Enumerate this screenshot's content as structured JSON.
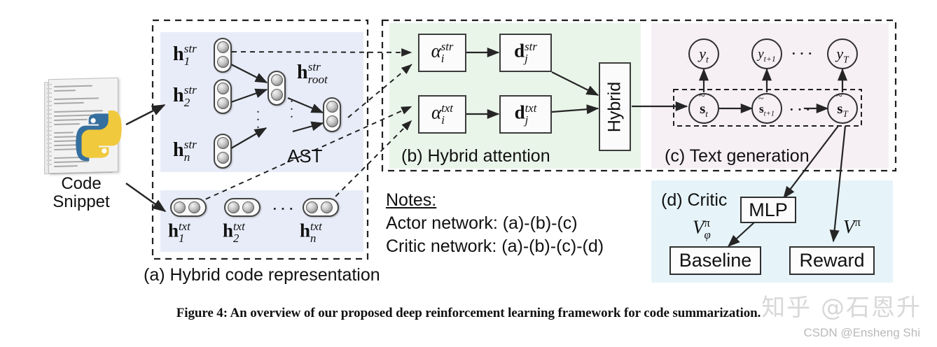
{
  "figure": {
    "caption": "Figure 4: An overview of our proposed deep reinforcement learning framework for code summarization.",
    "watermark_zhihu": "知乎 @石恩升",
    "watermark_csdn": "CSDN @Ensheng Shi"
  },
  "input": {
    "icon": "python-code-document-icon",
    "label_line1": "Code",
    "label_line2": "Snippet"
  },
  "panels": {
    "a": {
      "label": "(a) Hybrid code representation",
      "ast_label": "AST",
      "ast_bg": "#e8ecf8",
      "txt_bg": "#e8ecf8"
    },
    "b": {
      "label": "(b) Hybrid attention",
      "bg": "#eaf5ea"
    },
    "c": {
      "label": "(c) Text generation",
      "bg": "#f6f0f5"
    },
    "d": {
      "label": "(d) Critic",
      "bg": "#e6f4f9"
    }
  },
  "ast": {
    "leaf_nodes": [
      {
        "base": "h",
        "sup": "str",
        "sub": "1"
      },
      {
        "base": "h",
        "sup": "str",
        "sub": "2"
      },
      {
        "base": "h",
        "sup": "str",
        "sub": "n"
      }
    ],
    "root_node": {
      "base": "h",
      "sup": "str",
      "sub": "root"
    },
    "vertical_dots": "⋮"
  },
  "text_tokens": {
    "nodes": [
      {
        "base": "h",
        "sup": "txt",
        "sub": "1"
      },
      {
        "base": "h",
        "sup": "txt",
        "sub": "2"
      },
      {
        "base": "h",
        "sup": "txt",
        "sub": "n"
      }
    ],
    "ellipsis": "···"
  },
  "attention": {
    "alpha_str": {
      "base": "α",
      "sup": "str",
      "sub": "i"
    },
    "d_str": {
      "base": "d",
      "sup": "str",
      "sub": "j"
    },
    "alpha_txt": {
      "base": "α",
      "sup": "txt",
      "sub": "i"
    },
    "d_txt": {
      "base": "d",
      "sup": "txt",
      "sub": "j"
    },
    "hybrid_label": "Hybrid"
  },
  "generation": {
    "outputs": [
      {
        "base": "y",
        "sub": "t"
      },
      {
        "base": "y",
        "sub": "t+1"
      },
      {
        "base": "y",
        "sub": "T"
      }
    ],
    "states": [
      {
        "base": "s",
        "sub": "t"
      },
      {
        "base": "s",
        "sub": "t+1"
      },
      {
        "base": "s",
        "sub": "T"
      }
    ],
    "ellipsis_top": "···",
    "ellipsis_mid": "···"
  },
  "critic": {
    "mlp_label": "MLP",
    "baseline_label": "Baseline",
    "reward_label": "Reward",
    "v_phi_pi": {
      "base": "V",
      "sup": "π",
      "sub": "φ"
    },
    "v_pi": {
      "base": "V",
      "sup": "π"
    }
  },
  "notes": {
    "heading": "Notes:",
    "line1": "Actor network: (a)-(b)-(c)",
    "line2": "Critic network: (a)-(b)-(c)-(d)"
  },
  "colors": {
    "stroke": "#2e2e2e",
    "dashed_panel": "#1f1f1f",
    "panel_a": "#e8ecf8",
    "panel_b": "#eaf5ea",
    "panel_c": "#f6f0f5",
    "panel_d": "#e6f4f9"
  }
}
